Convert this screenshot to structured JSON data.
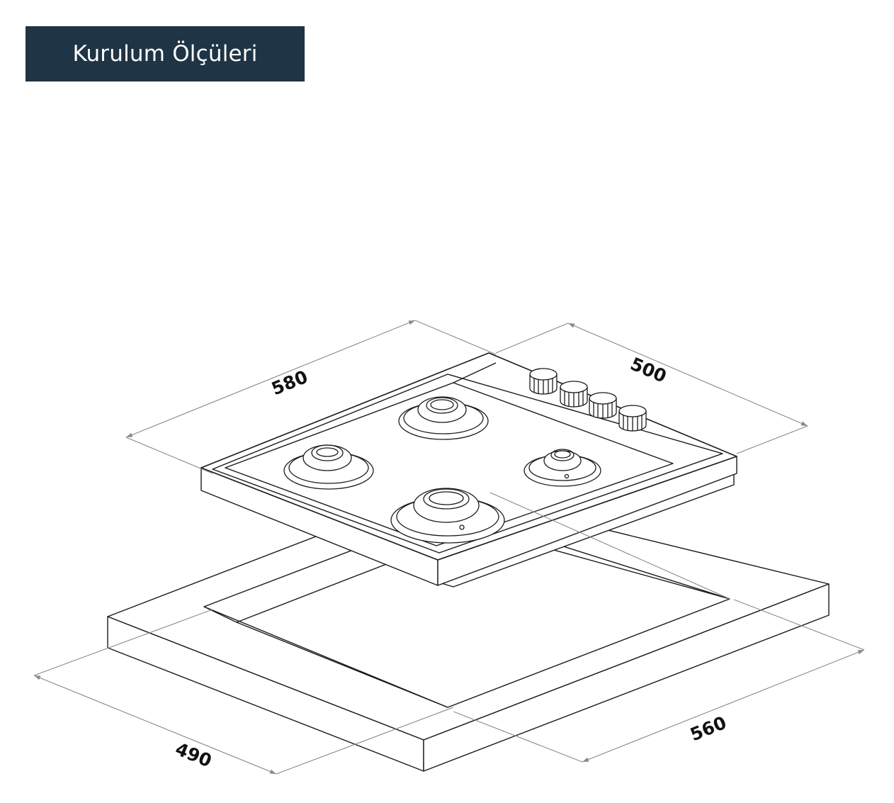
{
  "header": {
    "title": "Kurulum Ölçüleri"
  },
  "dimensions": {
    "hob_width": "580",
    "hob_depth": "500",
    "cutout_width": "560",
    "cutout_depth": "490"
  },
  "colors": {
    "banner_bg": "#1f3444",
    "banner_text": "#ffffff",
    "line": "#1a1a1a",
    "dim_line": "#8a8a8a"
  }
}
